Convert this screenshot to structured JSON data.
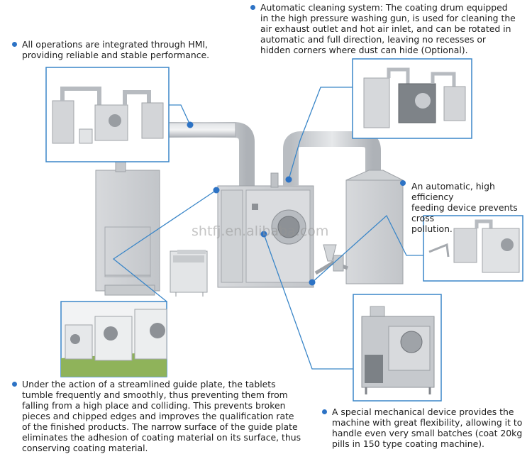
{
  "colors": {
    "accent": "#2d73c5",
    "frame": "#3a86c8",
    "steel": "#c9ccd0"
  },
  "features": {
    "hmi": "All operations are integrated through HMI,\nproviding reliable and stable performance.",
    "cleaning": "Automatic cleaning system: The coating drum equipped\nin the high pressure washing gun, is used for cleaning the\nair exhaust outlet and hot air inlet, and can be rotated in\nautomatic and full direction, leaving no recesses or\nhidden corners where dust can hide (Optional).",
    "feeding": "An automatic, high efficiency\nfeeding device prevents cross\npollution.",
    "guide_plate": "Under the action of a streamlined guide plate, the tablets\ntumble frequently and smoothly, thus preventing them from\nfalling from a high place and colliding.  This prevents broken\npieces and chipped edges and improves the qualification rate\nof the finished products. The narrow surface of the guide plate\neliminates the adhesion of coating material on its surface, thus\nconserving coating material.",
    "mechanical": "A special mechanical device provides the\nmachine with great flexibility, allowing it to\nhandle even very small batches (coat 20kg\npills in 150 type coating machine)."
  },
  "watermark": "shtfj.en.alibaba.com"
}
